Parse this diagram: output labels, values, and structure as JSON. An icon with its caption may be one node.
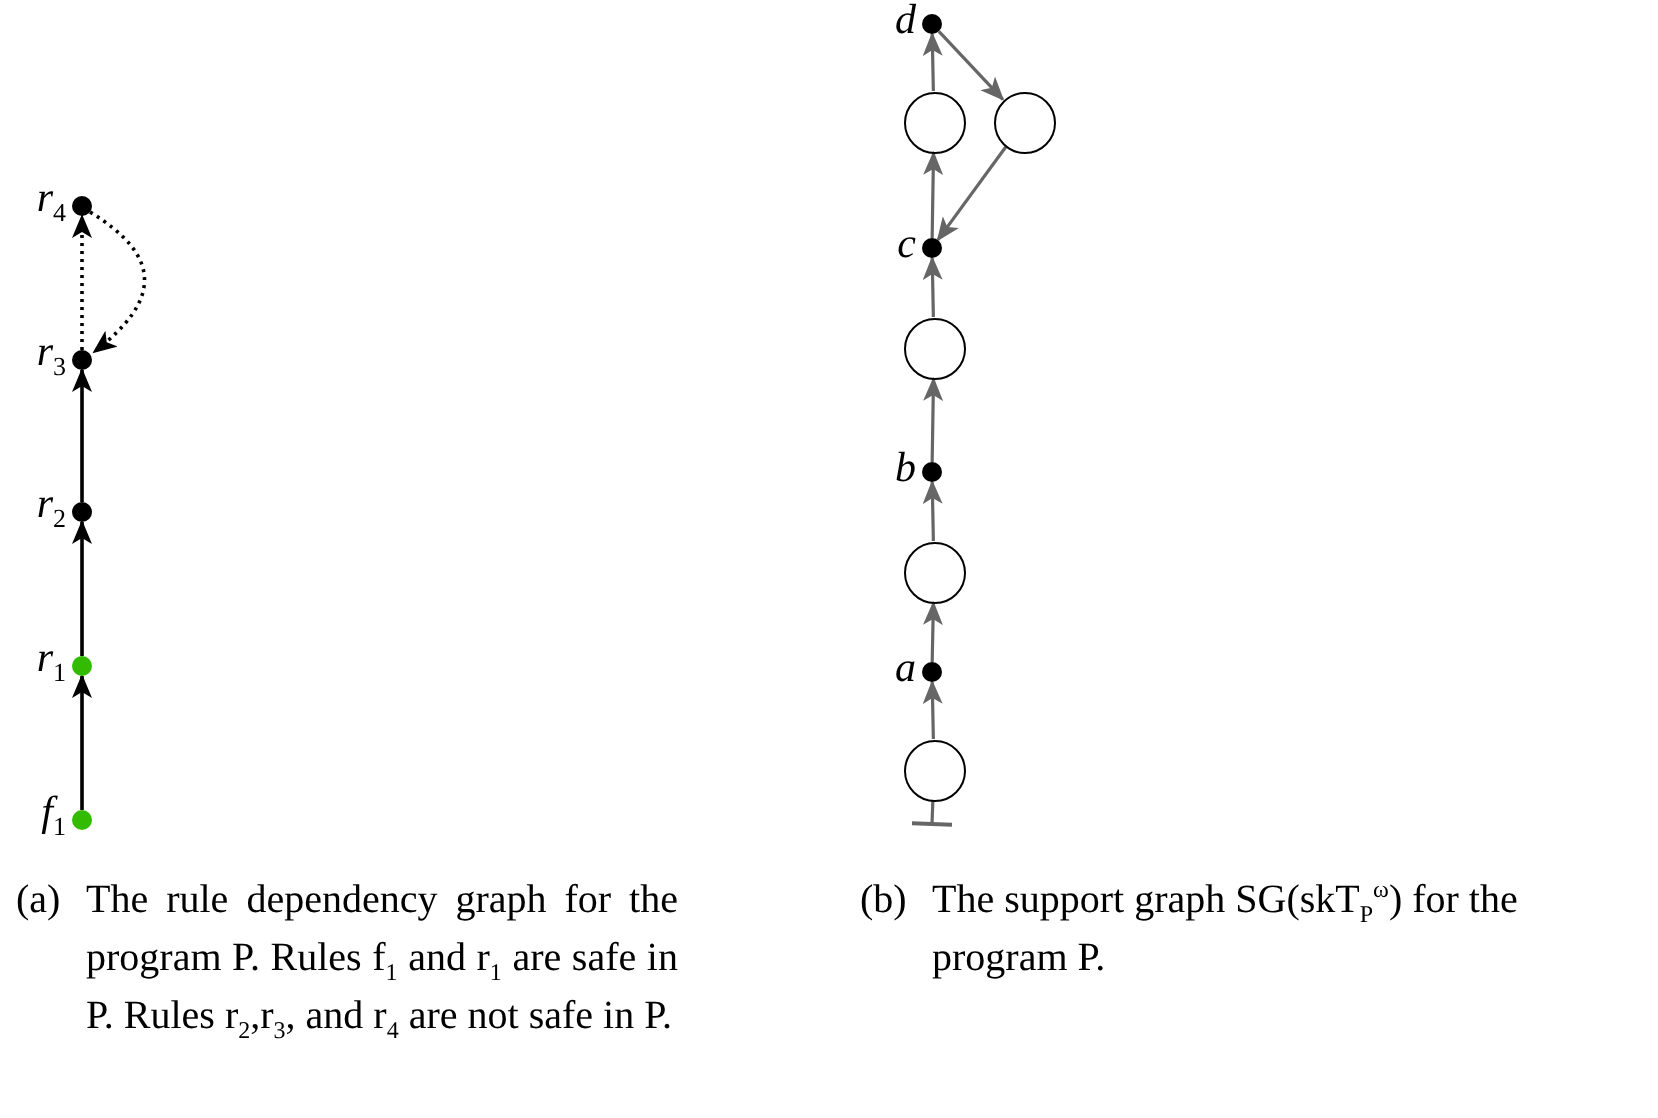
{
  "diagram": {
    "nodes": [
      {
        "text": [],
        "shape": "circle",
        "beside": [
          "r$_{4}$"
        ]
      },
      {
        "text": [],
        "shape": "circle",
        "beside": [
          "r$_{3}$"
        ]
      },
      {
        "text": [],
        "shape": "circle",
        "beside": [
          "r$_{2}$"
        ]
      },
      {
        "text": [],
        "shape": "circle",
        "beside": [
          "r$_{1}$"
        ]
      },
      {
        "text": [],
        "shape": "circle",
        "beside": [
          "f$_{1}$"
        ]
      },
      {
        "text": [],
        "shape": "circle",
        "beside": [
          "d"
        ]
      },
      {
        "text": [],
        "shape": "circle"
      },
      {
        "text": [],
        "shape": "circle"
      },
      {
        "text": [],
        "shape": "circle",
        "beside": [
          "c"
        ]
      },
      {
        "text": [],
        "shape": "circle"
      },
      {
        "text": [],
        "shape": "circle",
        "beside": [
          "b"
        ]
      },
      {
        "text": [],
        "shape": "circle"
      },
      {
        "text": [],
        "shape": "circle",
        "beside": [
          "a"
        ]
      },
      {
        "text": [],
        "shape": "circle"
      }
    ],
    "edges": [
      {
        "from": 4,
        "to": 3,
        "arrow": "to",
        "color": "#000000"
      },
      {
        "from": 3,
        "to": 2,
        "arrow": "to",
        "color": "#000000"
      },
      {
        "from": 2,
        "to": 1,
        "arrow": "to",
        "color": "#000000"
      },
      {
        "from": 1,
        "to": 0,
        "arrow": "to",
        "style": "dashed",
        "color": "#000000"
      },
      {
        "from": 0,
        "to": 1,
        "arrow": "to",
        "style": "dashed",
        "color": "#000000"
      },
      {
        "from": 6,
        "to": 5,
        "arrow": "to"
      },
      {
        "from": 5,
        "to": 7,
        "arrow": "to"
      },
      {
        "from": 7,
        "to": 8,
        "arrow": "to"
      },
      {
        "from": 8,
        "to": 6,
        "arrow": "to"
      },
      {
        "from": 9,
        "to": 8,
        "arrow": "to"
      },
      {
        "from": 10,
        "to": 9,
        "arrow": "to"
      },
      {
        "from": 11,
        "to": 10,
        "arrow": "to"
      },
      {
        "from": 12,
        "to": 11,
        "arrow": "to"
      },
      {
        "from": 13,
        "to": 12,
        "arrow": "to"
      },
      {
        "from": null,
        "to": 13,
        "arrow": "other"
      }
    ],
    "labels": [
      "(a)",
      "The rule dependency graph for the program P. Rules f$_{1}$ and r$_{1}$ are safe in P. Rules r$_{2}$,r$_{3}$, and r$_{4}$ are not safe in P.",
      "(b)",
      "The support graph SG(skT$_{P}$$^{ω}$) for the program P."
    ]
  }
}
